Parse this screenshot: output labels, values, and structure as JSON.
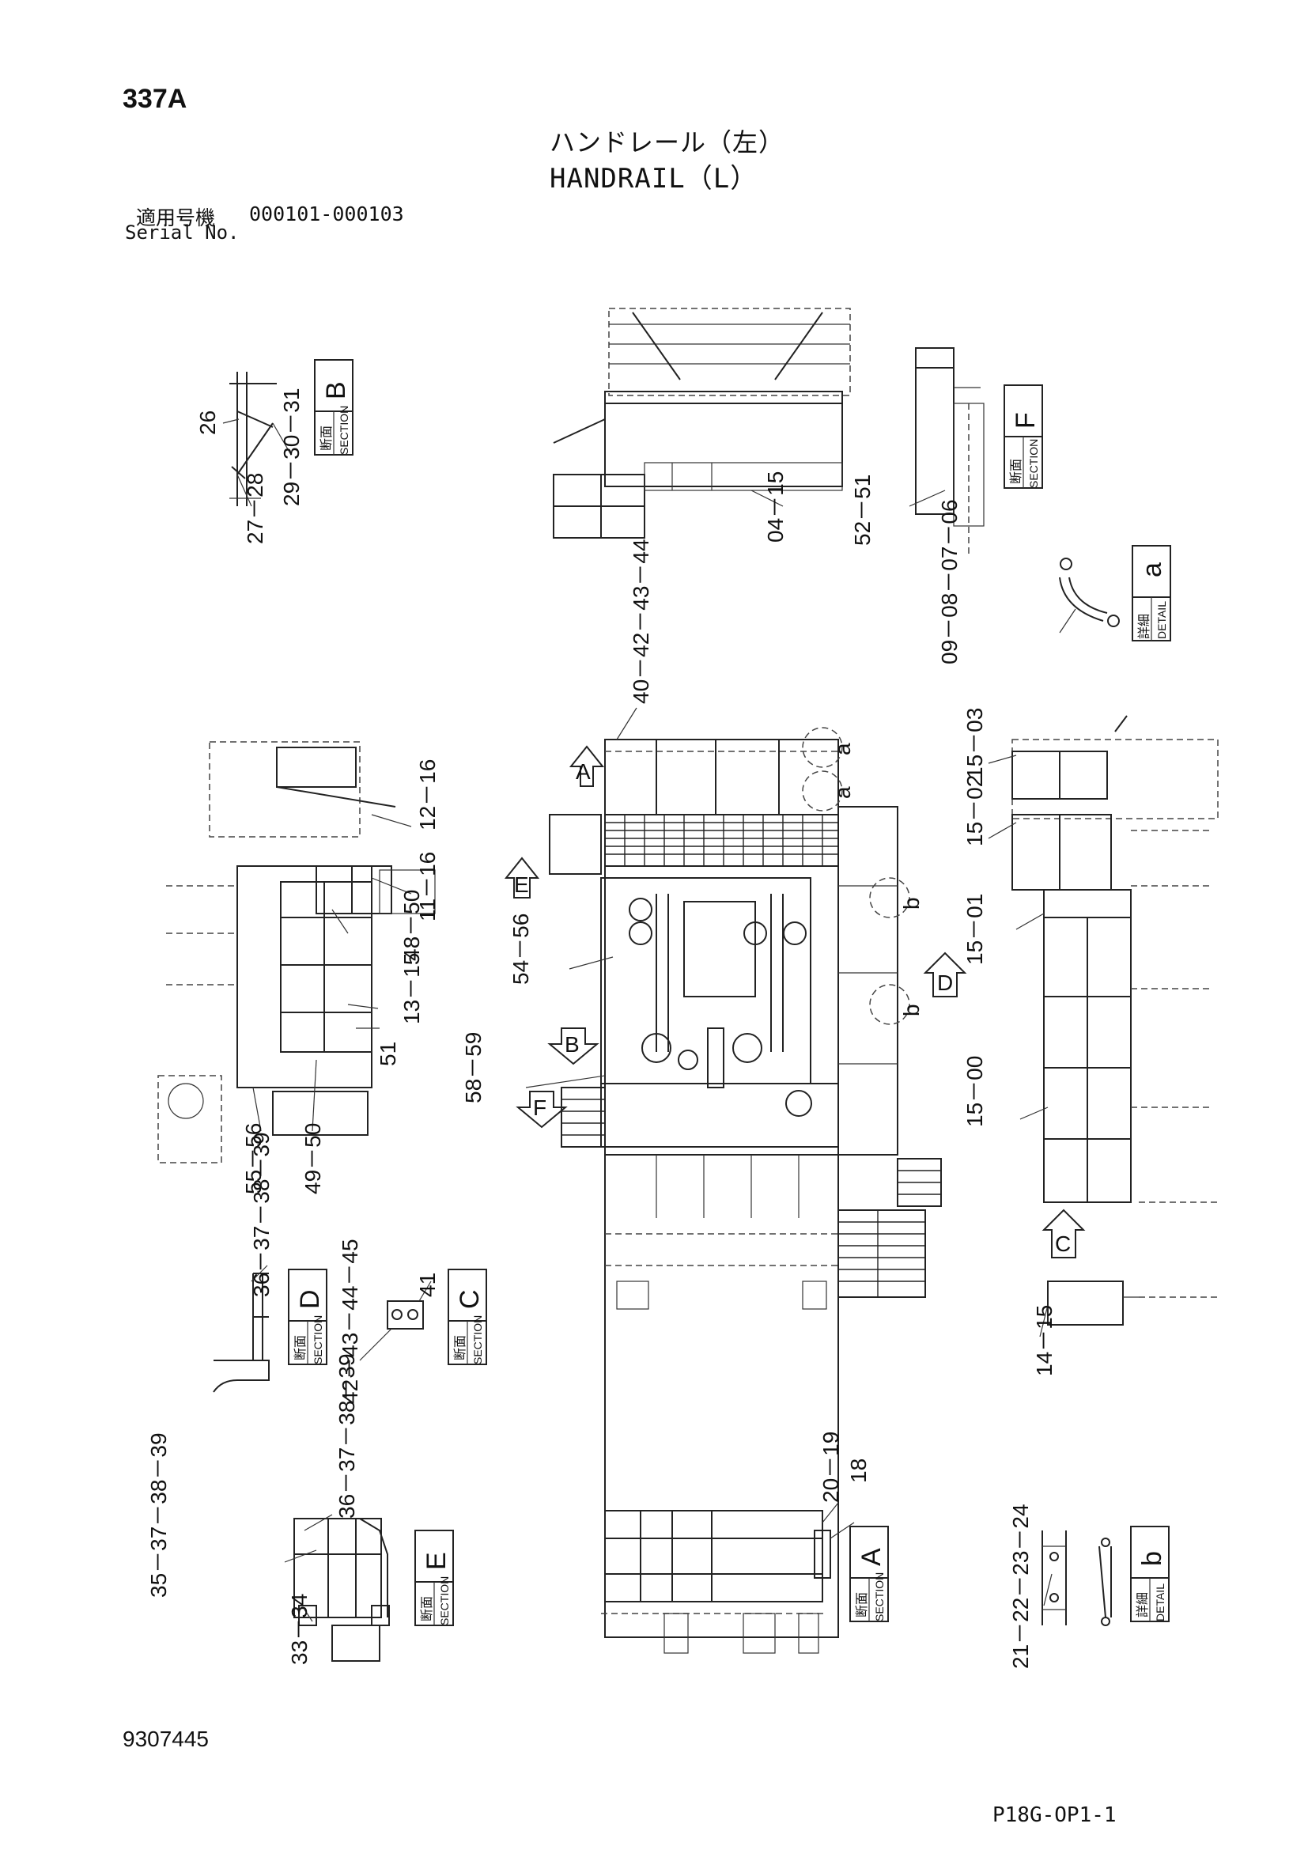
{
  "header": {
    "page_id": "337A",
    "title_jp": "ハンドレール（左）",
    "title_en": "HANDRAIL（L）",
    "serial_label_jp": "適用号機",
    "serial_label_en": "Serial No.",
    "serial_range": "000101-000103"
  },
  "footer": {
    "document_number": "9307445",
    "page_code": "P18G-OP1-1"
  },
  "views": {
    "section_word_jp": "断面",
    "section_word_en": "SECTION",
    "detail_word_jp": "詳細",
    "detail_word_en": "DETAIL",
    "section_b": "B",
    "section_f": "F",
    "section_d": "D",
    "section_c": "C",
    "section_e": "E",
    "section_a": "A",
    "detail_a": "a",
    "detail_b": "b"
  },
  "callouts": {
    "b_1": "26",
    "b_2": "29－30－31",
    "b_3": "27－28",
    "top_1": "04－15",
    "f_1": "52－51",
    "da_1": "09－08－07－06",
    "main_top": "40－42－43－44",
    "left_1": "12－16",
    "left_2": "11－16",
    "left_3": "48－50",
    "left_4": "13－15",
    "left_5": "51",
    "left_6": "55－56",
    "left_7": "49－50",
    "mid_1": "54－56",
    "mid_2": "58－59",
    "right_1": "15－03",
    "right_2": "15－02",
    "right_3": "15－01",
    "right_4": "15－00",
    "right_5": "14－15",
    "d_1": "36－37－38－39",
    "c_1": "41",
    "c_2": "42－43－44－45",
    "e_1": "36－37－38－39",
    "e_2": "35－37－38－39",
    "e_3": "33－34",
    "a_1": "20－19",
    "a_2": "18",
    "db_1": "21－22－23－24"
  },
  "markers": {
    "arrow_a": "A",
    "arrow_e": "E",
    "arrow_b": "B",
    "arrow_f": "F",
    "arrow_d": "D",
    "arrow_c": "C",
    "circle_a1": "a",
    "circle_a2": "a",
    "circle_b1": "b",
    "circle_b2": "b"
  }
}
